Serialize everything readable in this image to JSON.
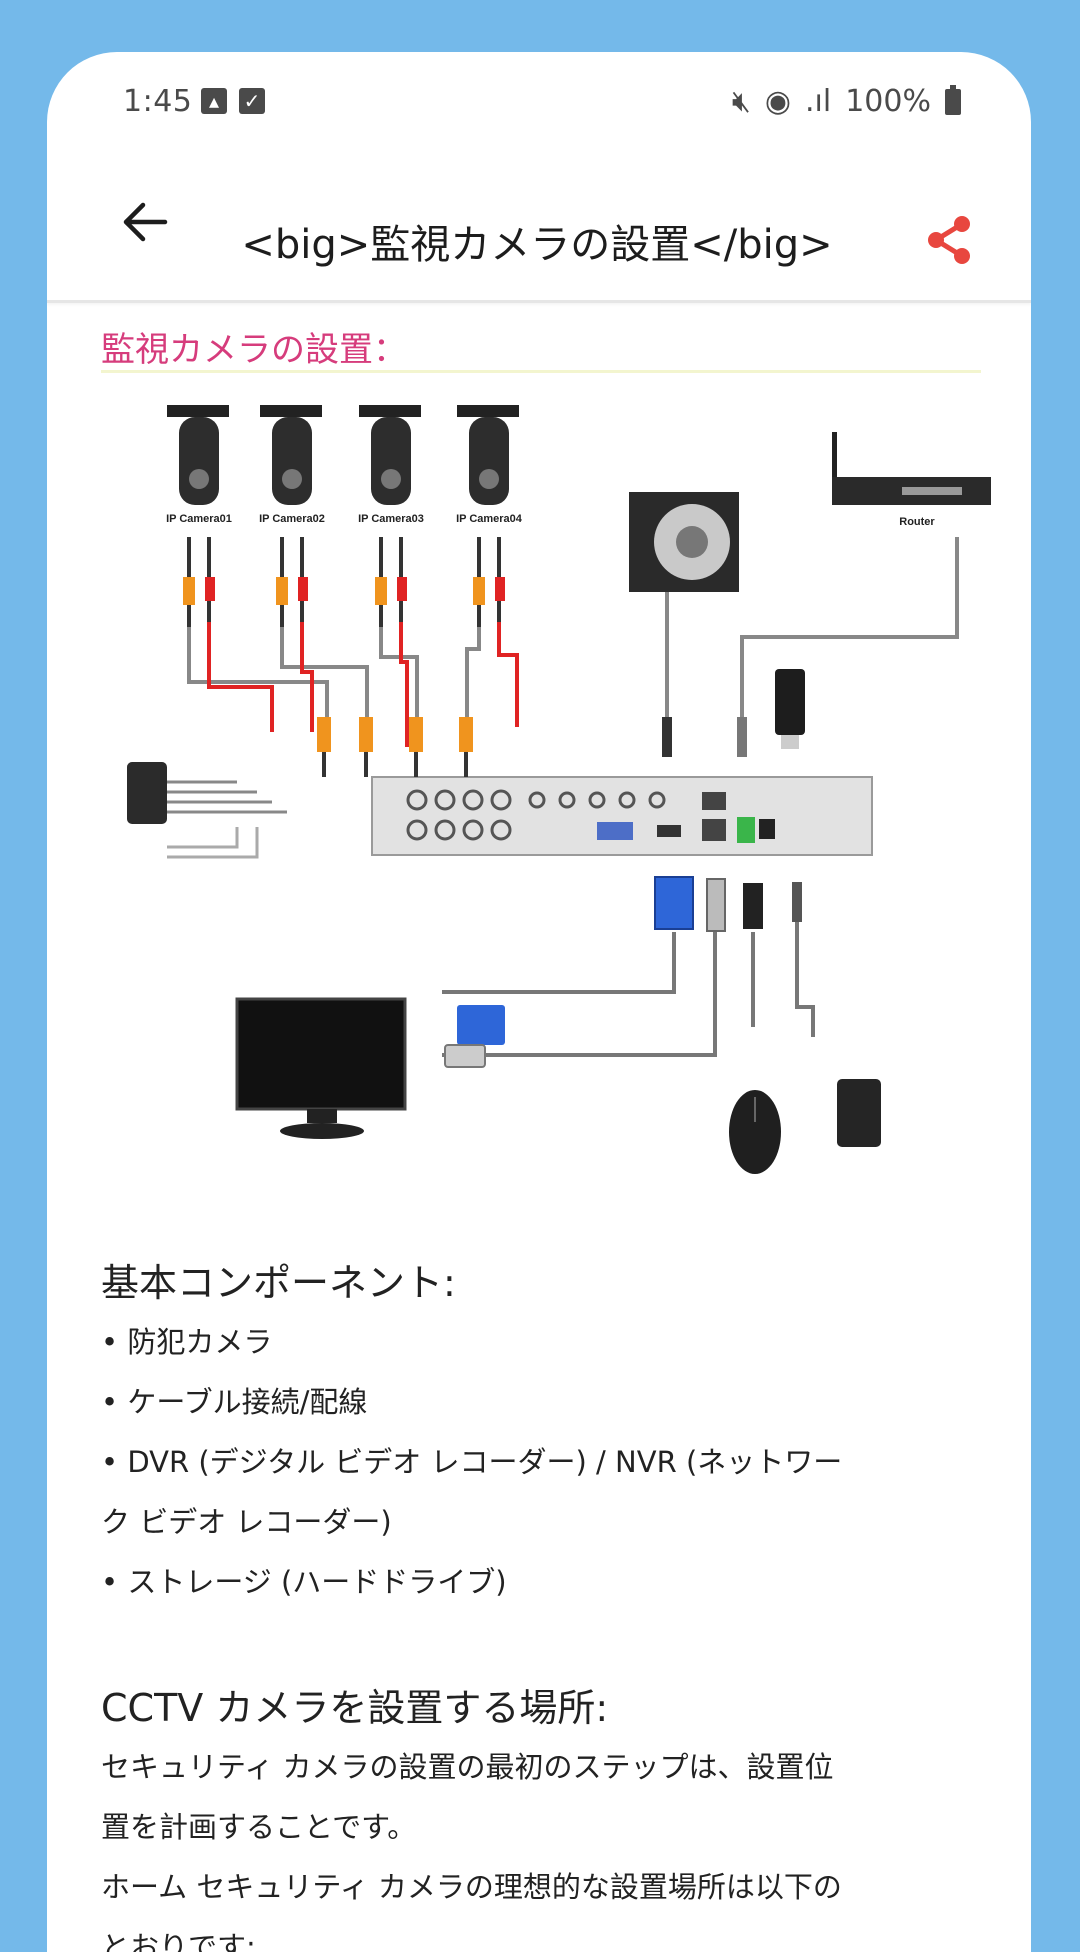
{
  "status_bar": {
    "time": "1:45",
    "battery": "100%",
    "icons": [
      "gallery-icon",
      "checkbox-icon",
      "mute-icon",
      "hotspot-icon",
      "signal-icon",
      "battery-icon"
    ]
  },
  "app_bar": {
    "title": "<big>監視カメラの設置</big>",
    "back_icon": "arrow-left-icon",
    "share_icon": "share-icon",
    "share_color": "#e8473f"
  },
  "content": {
    "section_heading": "監視カメラの設置：",
    "diagram": {
      "cameras": [
        "IP Camera01",
        "IP Camera02",
        "IP Camera03",
        "IP Camera04"
      ],
      "router_label": "Router"
    },
    "components_title": "基本コンポーネント:",
    "components": [
      "• 防犯カメラ",
      "• ケーブル接続/配線",
      "• DVR (デジタル ビデオ レコーダー) / NVR (ネットワー",
      "ク ビデオ レコーダー)",
      "• ストレージ (ハードドライブ)"
    ],
    "location_title": "CCTV カメラを設置する場所:",
    "location_text": [
      "セキュリティ カメラの設置の最初のステップは、設置位",
      "置を計画することです。",
      "ホーム セキュリティ カメラの理想的な設置場所は以下の",
      "とおりです:"
    ]
  }
}
